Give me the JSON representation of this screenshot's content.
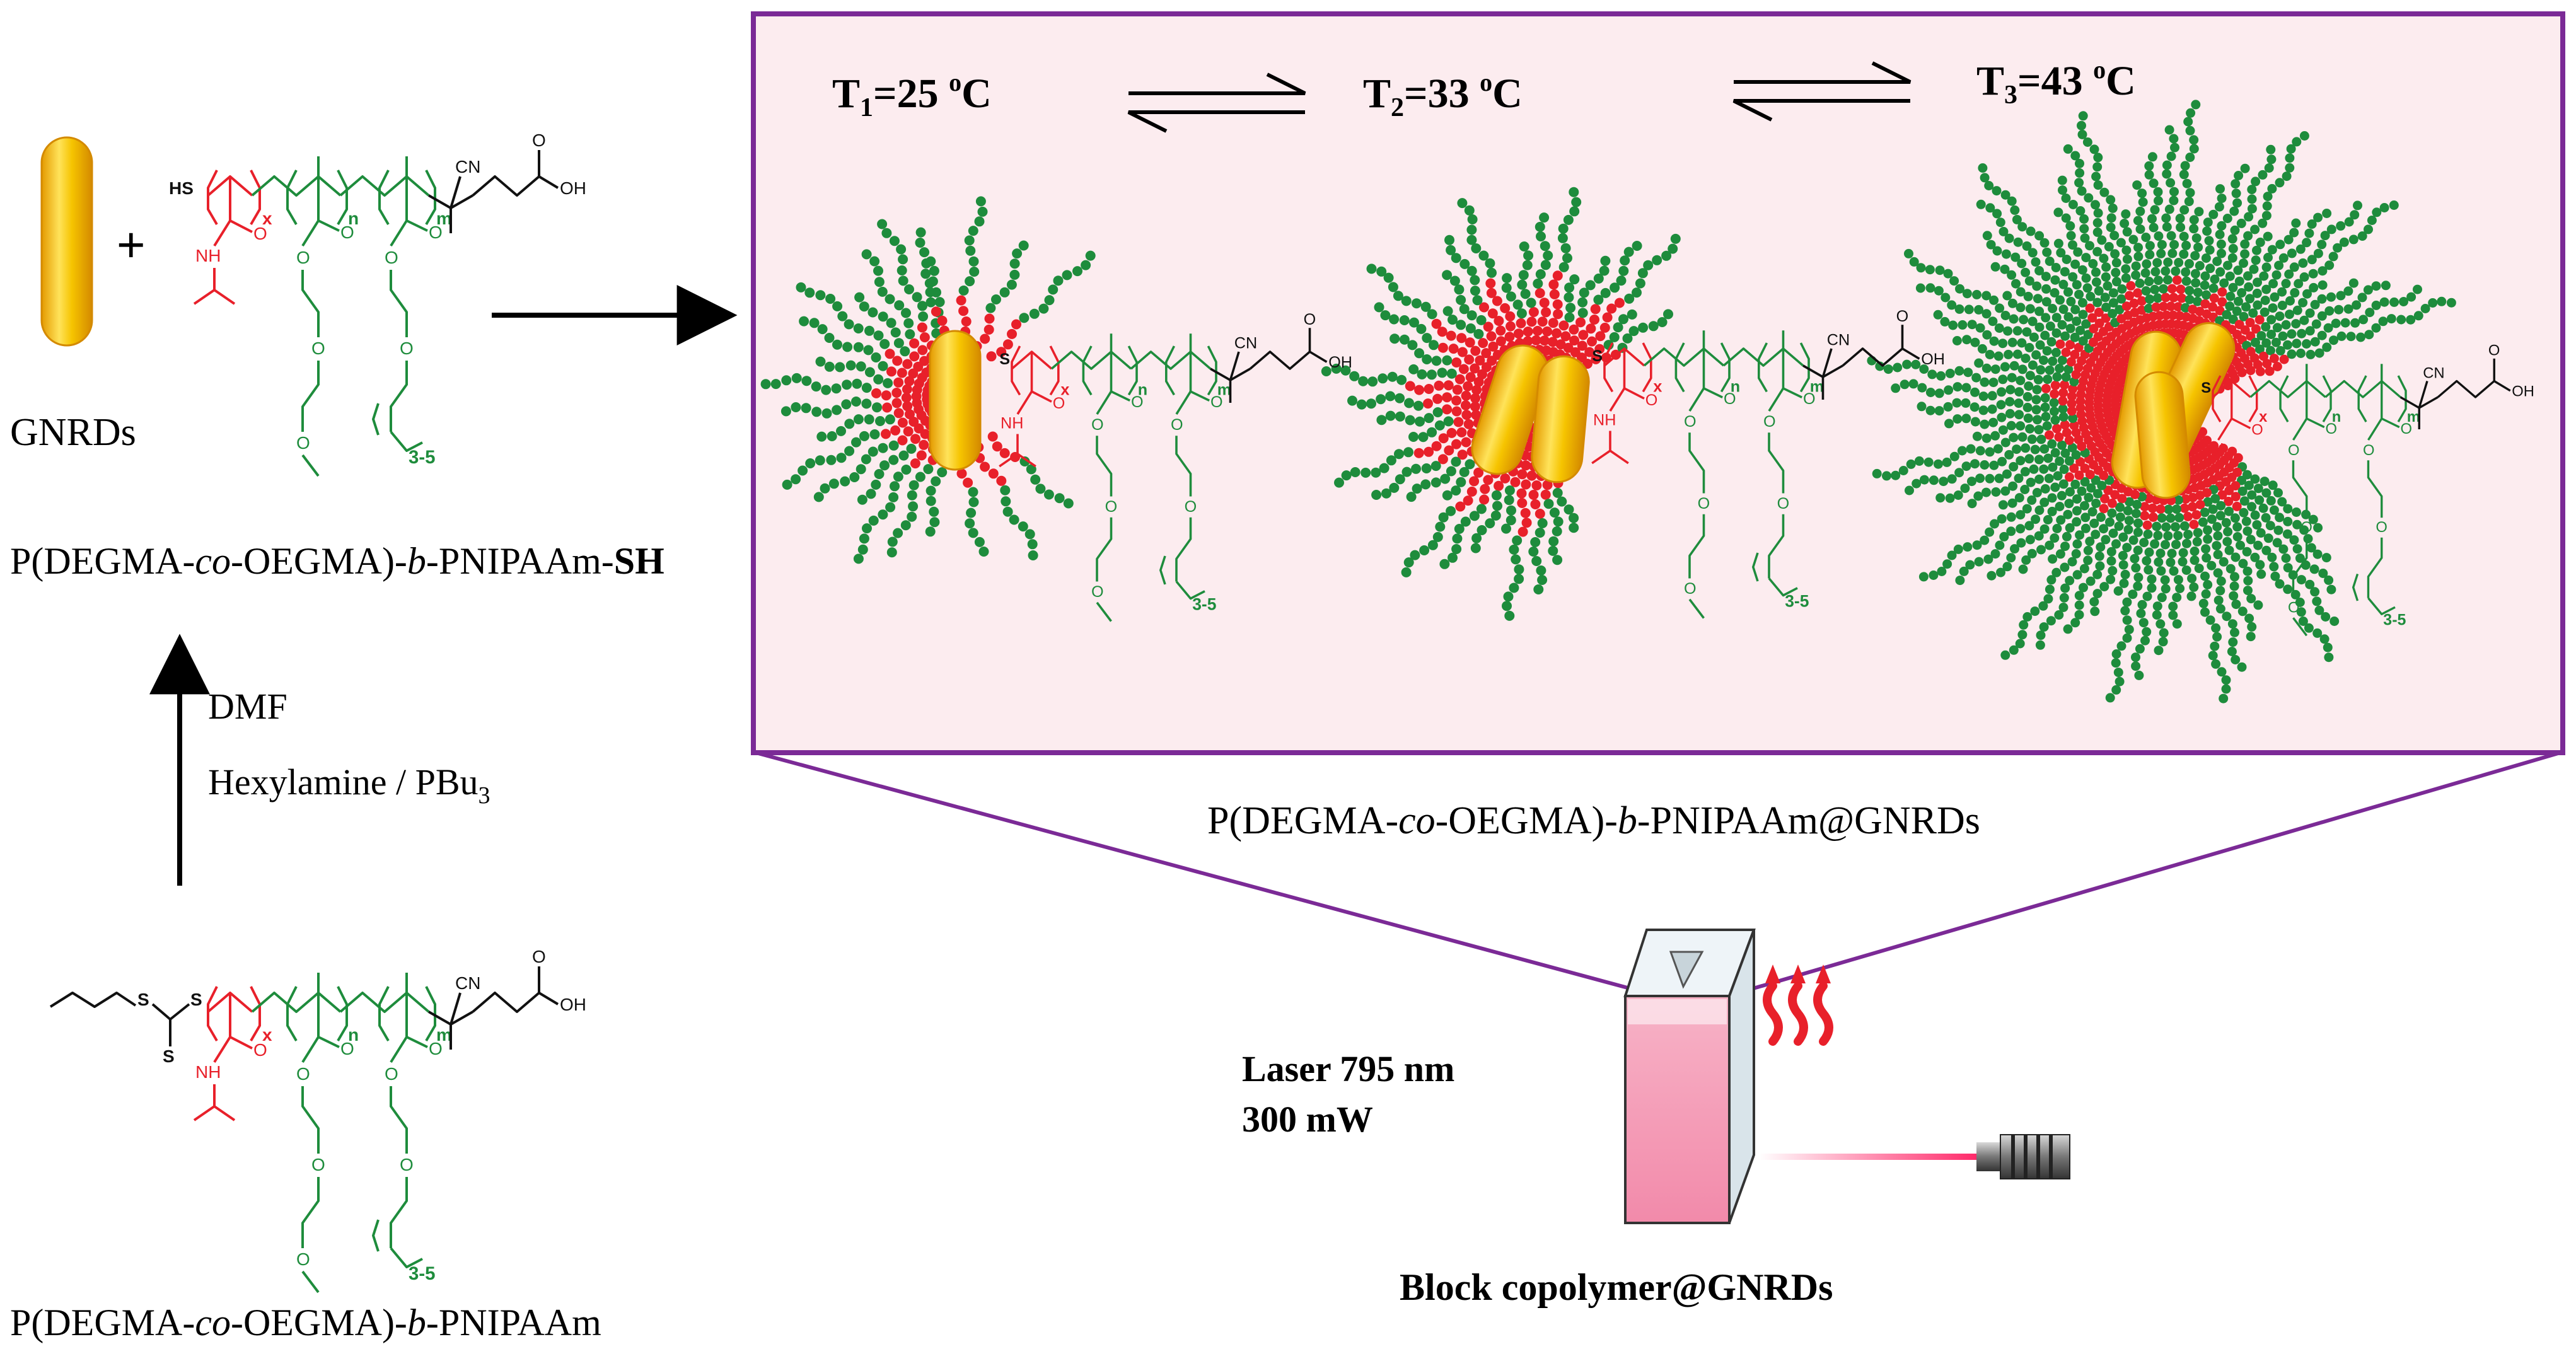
{
  "left_panel": {
    "reactant_label": "GNRDs",
    "plus_sign": "+",
    "thiol_polymer_prefix": "P(DEGMA-",
    "thiol_polymer_co": "co",
    "thiol_polymer_mid": "-OEGMA)-",
    "thiol_polymer_b": "b",
    "thiol_polymer_suffix": "-PNIPAAm-",
    "thiol_polymer_sh": "SH",
    "solvent_label": "DMF",
    "reagent_label_main": "Hexylamine / PBu",
    "reagent_label_sub": "3",
    "starting_polymer_prefix": "P(DEGMA-",
    "starting_polymer_co": "co",
    "starting_polymer_mid": "-OEGMA)-",
    "starting_polymer_b": "b",
    "starting_polymer_suffix": "-PNIPAAm"
  },
  "structure_labels": {
    "thiol": "HS",
    "sulfur": "S",
    "x": "x",
    "n": "n",
    "m": "m",
    "cn": "CN",
    "oh": "OH",
    "nh": "NH",
    "o": "O",
    "repeat": "3-5"
  },
  "main_panel": {
    "temperatures": [
      {
        "prefix": "T",
        "sub": "1",
        "value": "=25 ",
        "deg": "o",
        "unit": "C"
      },
      {
        "prefix": "T",
        "sub": "2",
        "value": "=33 ",
        "deg": "o",
        "unit": "C"
      },
      {
        "prefix": "T",
        "sub": "3",
        "value": "=43 ",
        "deg": "o",
        "unit": "C"
      }
    ],
    "product_prefix": "P(DEGMA-",
    "product_co": "co",
    "product_mid": "-OEGMA)-",
    "product_b": "b",
    "product_suffix": "-PNIPAAm@GNRDs"
  },
  "laser": {
    "line1": "Laser 795 nm",
    "line2": "300 mW",
    "sample_label": "Block copolymer@GNRDs"
  },
  "colors": {
    "frame": "#7b2a96",
    "panel_bg": "#fcecef",
    "pnipaam": "#e8202a",
    "oegma": "#1e8c3c",
    "gold": "#f2b705",
    "gold_light": "#ffe35a",
    "solution": "#f59ab6",
    "laser": "#ff2a6a"
  }
}
